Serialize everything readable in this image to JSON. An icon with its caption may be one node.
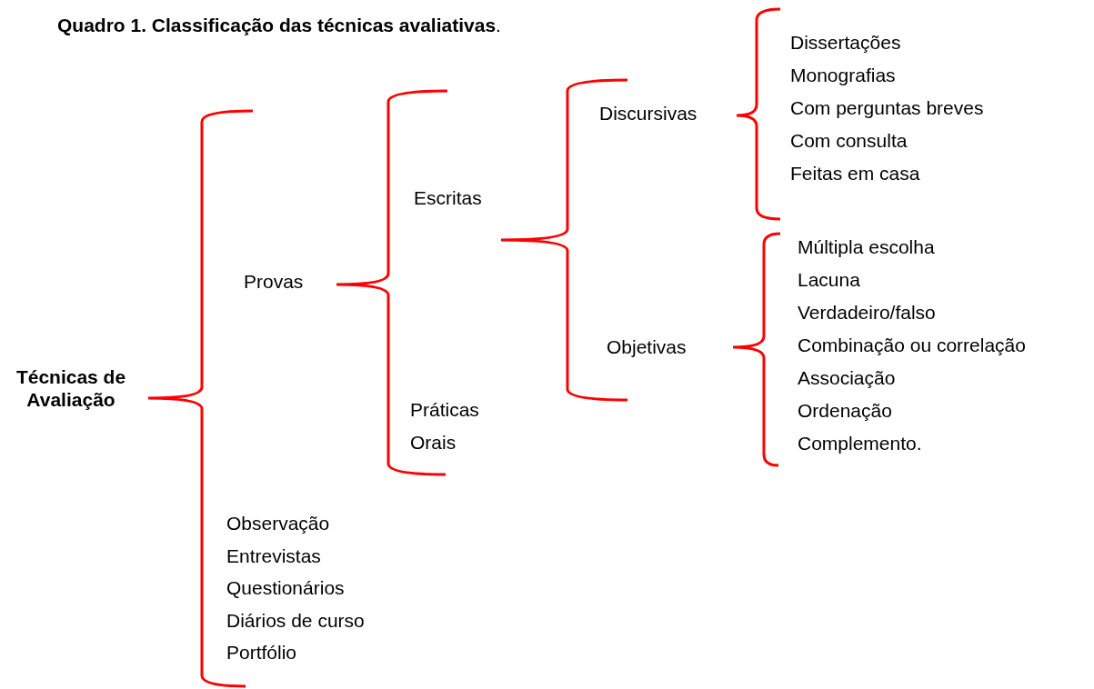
{
  "diagram": {
    "title": "**Quadro 1. Classificação das técnicas avaliativas**.",
    "labels": [
      "Técnicas de Avaliação",
      "Provas",
      "Escritas",
      "Discursivas",
      "Dissertações",
      "Monografias",
      "Com perguntas breves",
      "Com consulta",
      "Feitas em casa",
      "Objetivas",
      "Múltipla escolha",
      "Lacuna",
      "Verdadeiro/falso",
      "Combinação ou correlação",
      "Associação",
      "Ordenação",
      "Complemento.",
      "Práticas",
      "Orais",
      "Observação",
      "Entrevistas",
      "Questionários",
      "Diários de curso",
      "Portfólio"
    ]
  }
}
